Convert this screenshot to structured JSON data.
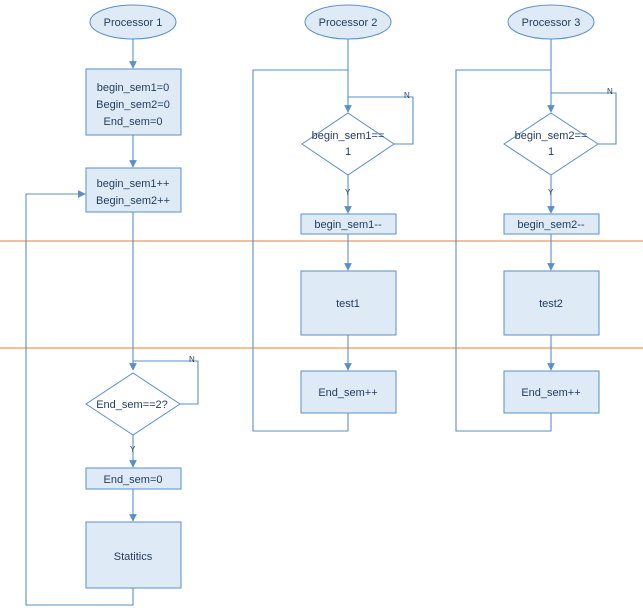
{
  "processor1": {
    "title": "Processor 1",
    "init": [
      "begin_sem1=0",
      "Begin_sem2=0",
      "End_sem=0"
    ],
    "increment": [
      "begin_sem1++",
      "Begin_sem2++"
    ],
    "check": "End_sem==2?",
    "check_no": "N",
    "check_yes": "Y",
    "reset": "End_sem=0",
    "stats": "Statitics"
  },
  "processor2": {
    "title": "Processor 2",
    "check": [
      "begin_sem1==",
      "1"
    ],
    "check_no": "N",
    "check_yes": "Y",
    "decrement": "begin_sem1--",
    "work": "test1",
    "end": "End_sem++"
  },
  "processor3": {
    "title": "Processor 3",
    "check": [
      "begin_sem2==",
      "1"
    ],
    "check_no": "N",
    "check_yes": "Y",
    "decrement": "begin_sem2--",
    "work": "test2",
    "end": "End_sem++"
  },
  "colors": {
    "fill": "#deebf7",
    "stroke": "#5b8fc7",
    "text": "#1f3a5f",
    "separator": "#ed7d31"
  }
}
